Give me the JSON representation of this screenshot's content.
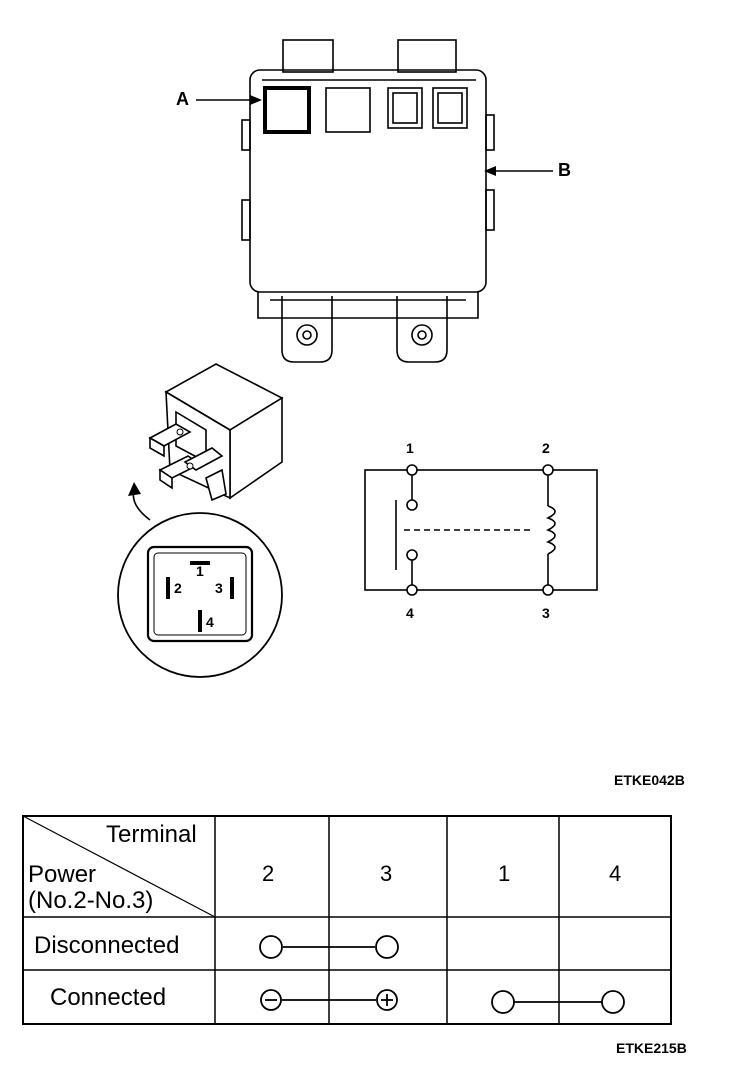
{
  "labels": {
    "a": "A",
    "b": "B",
    "code_top": "ETKE042B",
    "code_bottom": "ETKE215B"
  },
  "pinout": {
    "p1": "1",
    "p2": "2",
    "p3": "3",
    "p4": "4"
  },
  "schematic": {
    "t1": "1",
    "t2": "2",
    "t3": "3",
    "t4": "4"
  },
  "table": {
    "corner_top": "Terminal",
    "corner_bottom_1": "Power",
    "corner_bottom_2": "(No.2-No.3)",
    "columns": [
      "2",
      "3",
      "1",
      "4"
    ],
    "rows": [
      {
        "label": "Disconnected"
      },
      {
        "label": "Connected"
      }
    ]
  }
}
